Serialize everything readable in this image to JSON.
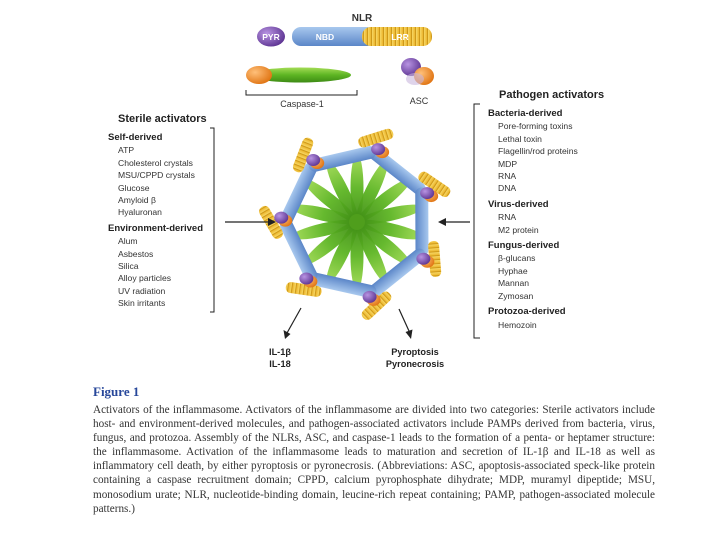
{
  "nlr": {
    "title": "NLR",
    "domains": [
      {
        "label": "PYR",
        "color": "#7b4fa8"
      },
      {
        "label": "NBD",
        "color": "#6b9bd6"
      },
      {
        "label": "LRR",
        "color": "#f2c230"
      }
    ]
  },
  "caspase": {
    "label": "Caspase-1"
  },
  "asc": {
    "label": "ASC"
  },
  "sterile": {
    "title": "Sterile activators",
    "groups": [
      {
        "heading": "Self-derived",
        "items": [
          "ATP",
          "Cholesterol crystals",
          "MSU/CPPD crystals",
          "Glucose",
          "Amyloid β",
          "Hyaluronan"
        ]
      },
      {
        "heading": "Environment-derived",
        "items": [
          "Alum",
          "Asbestos",
          "Silica",
          "Alloy particles",
          "UV radiation",
          "Skin irritants"
        ]
      }
    ]
  },
  "pathogen": {
    "title": "Pathogen activators",
    "groups": [
      {
        "heading": "Bacteria-derived",
        "items": [
          "Pore-forming toxins",
          "Lethal toxin",
          "Flagellin/rod proteins",
          "MDP",
          "RNA",
          "DNA"
        ]
      },
      {
        "heading": "Virus-derived",
        "items": [
          "RNA",
          "M2 protein"
        ]
      },
      {
        "heading": "Fungus-derived",
        "items": [
          "β-glucans",
          "Hyphae",
          "Mannan",
          "Zymosan"
        ]
      },
      {
        "heading": "Protozoa-derived",
        "items": [
          "Hemozoin"
        ]
      }
    ]
  },
  "outputs": {
    "left": [
      "IL-1β",
      "IL-18"
    ],
    "right": [
      "Pyroptosis",
      "Pyronecrosis"
    ]
  },
  "figure": {
    "title": "Figure 1",
    "caption": "Activators of the inflammasome. Activators of the inflammasome are divided into two categories: Sterile activators include host- and environment-derived molecules, and pathogen-associated activators include PAMPs derived from bacteria, virus, fungus, and protozoa. Assembly of the NLRs, ASC, and caspase-1 leads to the formation of a penta- or heptamer structure: the inflammasome. Activation of the inflammasome leads to maturation and secretion of IL-1β and IL-18 as well as inflammatory cell death, by either pyroptosis or pyronecrosis. (Abbreviations: ASC, apoptosis-associated speck-like protein containing a caspase recruitment domain; CPPD, calcium pyrophosphate dihydrate; MDP, muramyl dipeptide; MSU, monosodium urate; NLR, nucleotide-binding domain, leucine-rich repeat containing; PAMP, pathogen-associated molecule patterns.)"
  },
  "colors": {
    "pyr": "#7b4fa8",
    "nbd": "#6b9bd6",
    "lrr": "#f2c230",
    "caspase_body": "#6cbf2f",
    "caspase_head": "#f08a24",
    "bracket": "#222222",
    "figure_title": "#27479a"
  }
}
